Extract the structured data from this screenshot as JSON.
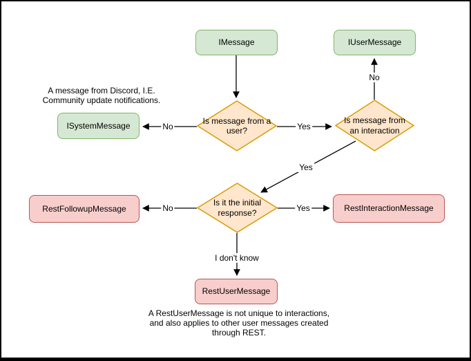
{
  "nodes": {
    "imessage": {
      "label": "IMessage"
    },
    "iusermessage": {
      "label": "IUserMessage"
    },
    "isystemmessage": {
      "label": "ISystemMessage"
    },
    "decision_user": {
      "label": "Is message from a user?"
    },
    "decision_interaction": {
      "label": "Is message from an interaction"
    },
    "decision_initial": {
      "label": "Is it the initial response?"
    },
    "restfollowup": {
      "label": "RestFollowupMessage"
    },
    "restinteraction": {
      "label": "RestInteractionMessage"
    },
    "restuser": {
      "label": "RestUserMessage"
    }
  },
  "edge_labels": {
    "user_no": "No",
    "user_yes": "Yes",
    "interaction_no": "No",
    "interaction_yes": "Yes",
    "initial_no": "No",
    "initial_yes": "Yes",
    "initial_idk": "I don't know"
  },
  "annotations": {
    "system_note": "A message from Discord, I.E.\nCommunity update notifications.",
    "restuser_note": "A RestUserMessage is not unique to interactions,\nand also applies to other user messages created\nthrough REST."
  },
  "colors": {
    "green_fill": "#d5e8d4",
    "green_border": "#82b366",
    "orange_fill": "#ffe6cc",
    "orange_border": "#d79b00",
    "red_fill": "#f8cecc",
    "red_border": "#b85450",
    "edge": "#000000",
    "text": "#000000",
    "background": "#ffffff",
    "frame": "#000000"
  }
}
